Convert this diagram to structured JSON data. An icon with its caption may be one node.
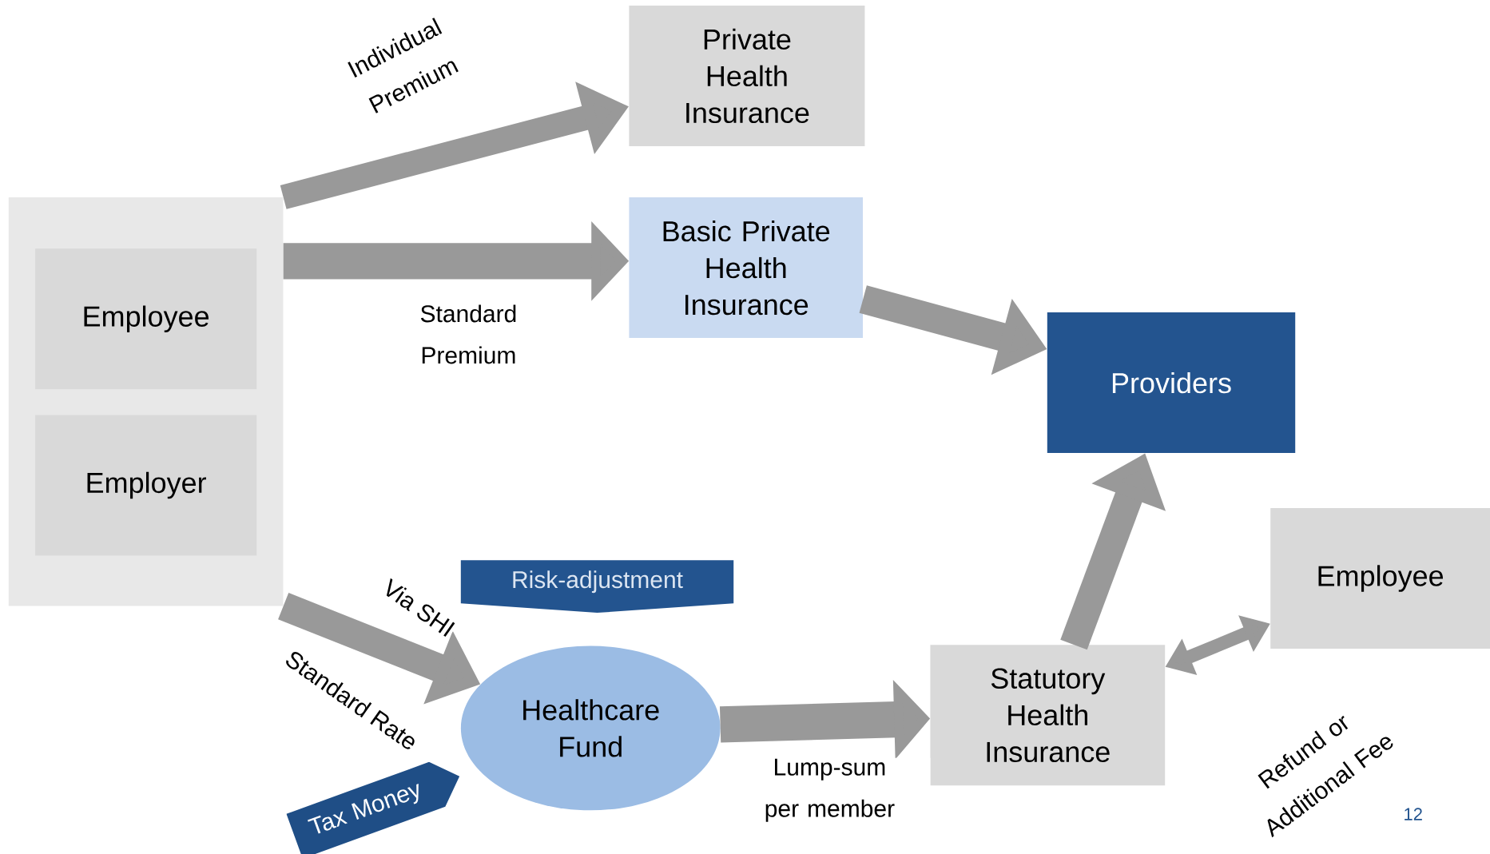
{
  "diagram": {
    "nodes": [
      {
        "text": [],
        "shape": "box"
      },
      {
        "text": [
          "Employee"
        ],
        "in": 0
      },
      {
        "text": [
          "Employer"
        ],
        "in": 0
      },
      {
        "text": [
          "Private Health Insurance"
        ]
      },
      {
        "text": [
          "Basic Private Health Insurance"
        ]
      },
      {
        "text": [
          "Providers"
        ]
      },
      {
        "text": [
          "Employee"
        ]
      },
      {
        "text": [
          "Risk-adjustment"
        ]
      },
      {
        "text": [
          "Healthcare Fund"
        ]
      },
      {
        "text": [
          "Statutory Health Insurance"
        ]
      },
      {
        "text": [
          "Tax Money"
        ]
      }
    ],
    "edges": [
      {
        "from": 0,
        "to": 3,
        "arrow": "to",
        "label": "Individual Premium"
      },
      {
        "from": 0,
        "to": 4,
        "arrow": "to",
        "label": "Standard Premium"
      },
      {
        "from": 4,
        "to": 5,
        "arrow": "to"
      },
      {
        "from": 0,
        "to": 8,
        "arrow": "to",
        "label": "Standard Rate"
      },
      {
        "from": 8,
        "to": 9,
        "arrow": "to",
        "label": "Lump-sum per member"
      },
      {
        "from": 9,
        "to": 5,
        "arrow": "to"
      },
      {
        "from": 9,
        "to": 6,
        "arrow": "both",
        "label": "Refund or Additional Fee"
      }
    ],
    "labels": [
      "Via SHI",
      "12"
    ]
  }
}
